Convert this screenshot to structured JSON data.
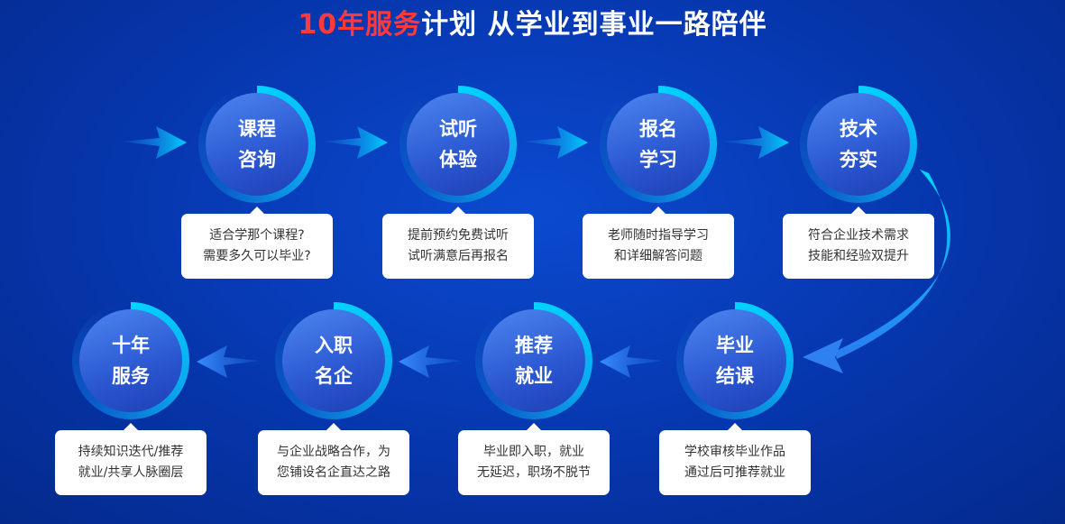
{
  "title": {
    "highlight": "10年服务",
    "rest": "计划 从学业到事业一路陪伴"
  },
  "colors": {
    "highlight": "#ff3a3a",
    "ring": "#00d4ff"
  },
  "steps": [
    {
      "l1": "课程",
      "l2": "咨询",
      "d1": "适合学那个课程?",
      "d2": "需要多久可以毕业?"
    },
    {
      "l1": "试听",
      "l2": "体验",
      "d1": "提前预约免费试听",
      "d2": "试听满意后再报名"
    },
    {
      "l1": "报名",
      "l2": "学习",
      "d1": "老师随时指导学习",
      "d2": "和详细解答问题"
    },
    {
      "l1": "技术",
      "l2": "夯实",
      "d1": "符合企业技术需求",
      "d2": "技能和经验双提升"
    },
    {
      "l1": "毕业",
      "l2": "结课",
      "d1": "学校审核毕业作品",
      "d2": "通过后可推荐就业"
    },
    {
      "l1": "推荐",
      "l2": "就业",
      "d1": "毕业即入职，就业",
      "d2": "无延迟，职场不脱节"
    },
    {
      "l1": "入职",
      "l2": "名企",
      "d1": "与企业战略合作，为",
      "d2": "您铺设名企直达之路"
    },
    {
      "l1": "十年",
      "l2": "服务",
      "d1": "持续知识迭代/推荐",
      "d2": "就业/共享人脉圈层"
    }
  ]
}
